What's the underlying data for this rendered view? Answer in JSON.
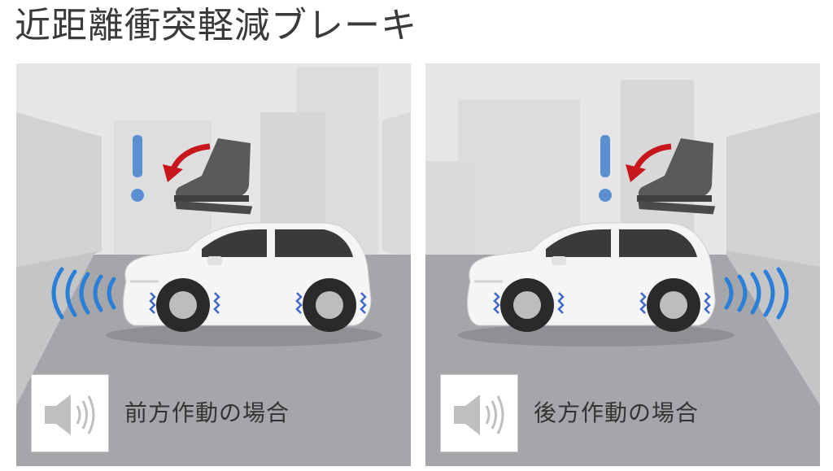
{
  "title": "近距離衝突軽減ブレーキ",
  "colors": {
    "sky": "#e6e6e7",
    "building": "#dadadb",
    "road": "#a4a6a9",
    "exclamation": "#5b8fd1",
    "arrow": "#c8161d",
    "boot": "#5a5a5a",
    "wave": "#2b7fd8",
    "vibration": "#3f68c7"
  },
  "panels": [
    {
      "caption": "前方作動の場合",
      "sensor": "front",
      "icon": "speaker-icon"
    },
    {
      "caption": "後方作動の場合",
      "sensor": "rear",
      "icon": "speaker-icon"
    }
  ]
}
